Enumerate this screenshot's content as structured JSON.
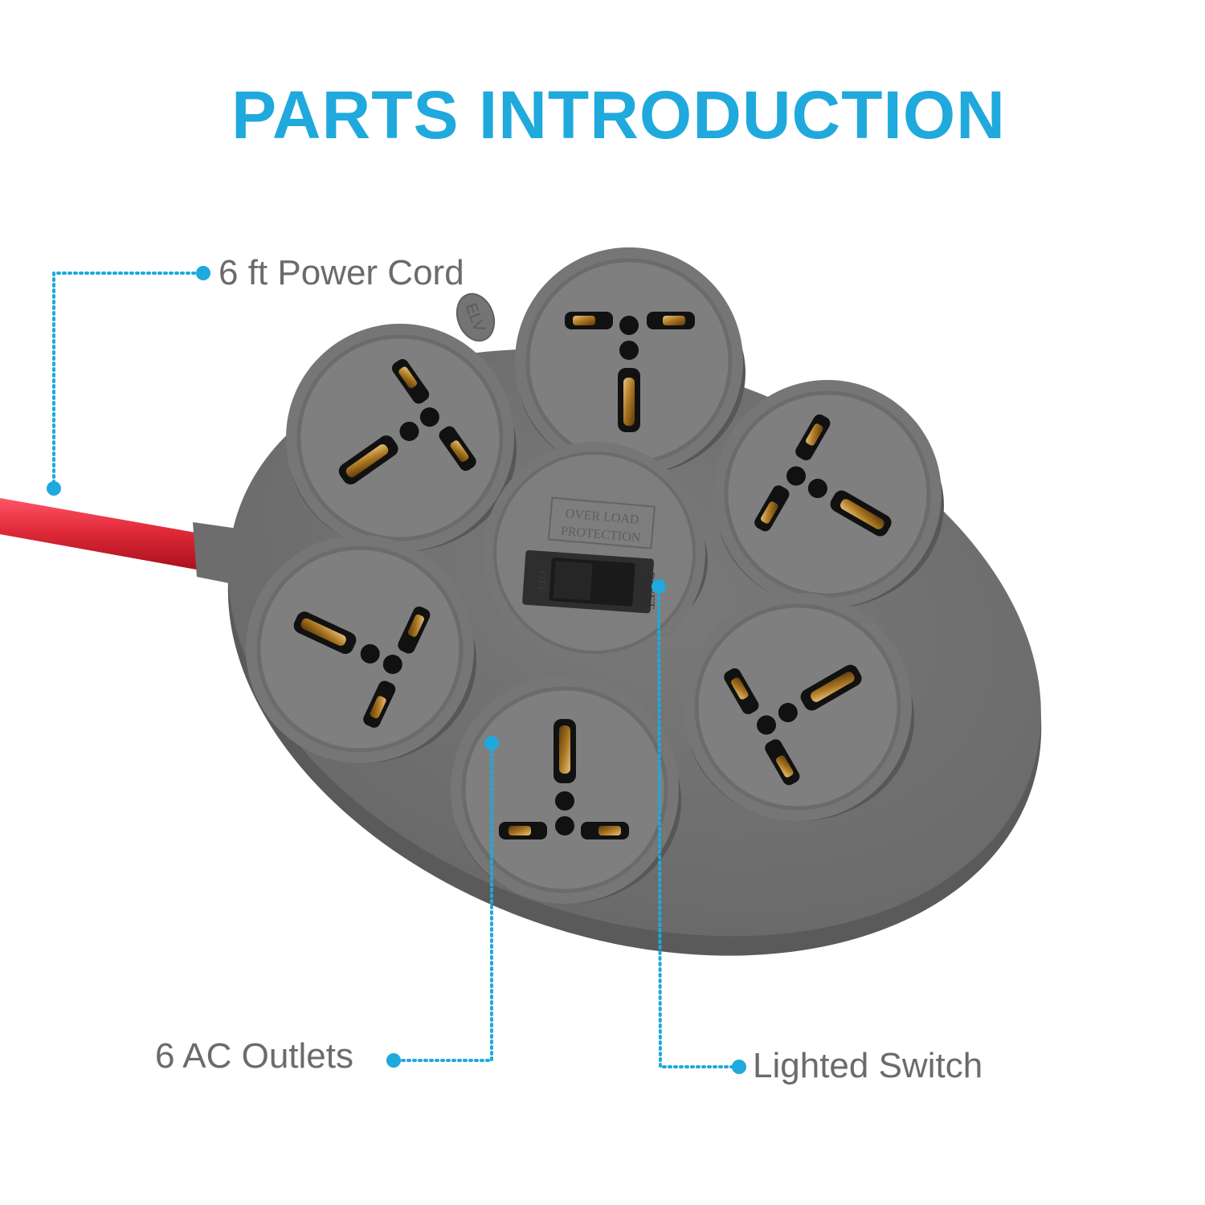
{
  "title": "PARTS INTRODUCTION",
  "callouts": {
    "power_cord": "6 ft Power Cord",
    "ac_outlets": "6 AC Outlets",
    "lighted_switch": "Lighted Switch"
  },
  "device": {
    "badge": "ELV",
    "center_label_line1": "OVER LOAD",
    "center_label_line2": "PROTECTION",
    "switch_off": "OFF",
    "switch_reset": "RESET",
    "outlet_count": 6
  },
  "colors": {
    "accent": "#1fa9dc",
    "body": "#6f6f6f",
    "cord": "#e02a3a",
    "label_text": "#6b6b6b",
    "contact": "#b8862b"
  }
}
